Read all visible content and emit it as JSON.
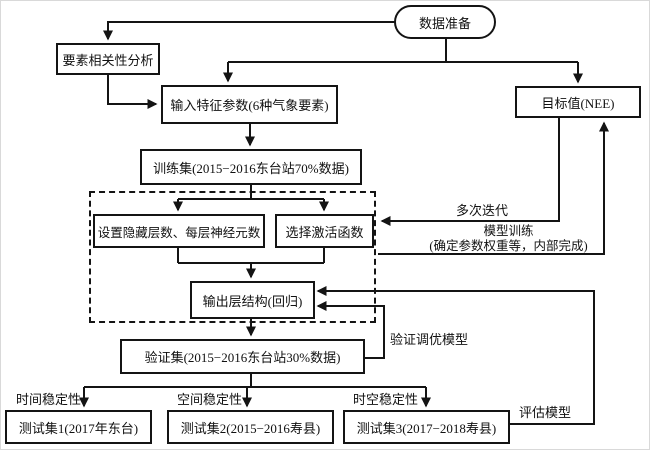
{
  "diagram": {
    "title_hint": "BP neural network NEE modeling flowchart",
    "colors": {
      "line": "#141414",
      "background": "#ffffff"
    },
    "nodes": {
      "data_prep": "数据准备",
      "factor_analysis": "要素相关性分析",
      "input_features": "输入特征参数(6种气象要素)",
      "target_nee": "目标值(NEE)",
      "training_set": "训练集(2015−2016东台站70%数据)",
      "hidden_layers": "设置隐藏层数、每层神经元数",
      "activation_fn": "选择激活函数",
      "output_layer": "输出层结构(回归)",
      "validation_set": "验证集(2015−2016东台站30%数据)",
      "test_set_1": "测试集1(2017年东台)",
      "test_set_2": "测试集2(2015−2016寿县)",
      "test_set_3": "测试集3(2017−2018寿县)"
    },
    "edge_labels": {
      "multi_iteration": "多次迭代",
      "model_training_line1": "模型训练",
      "model_training_line2": "(确定参数权重等，内部完成)",
      "validate_tune": "验证调优模型",
      "evaluate_model": "评估模型",
      "temporal_stability": "时间稳定性",
      "spatial_stability": "空间稳定性",
      "spatiotemporal_stability": "时空稳定性"
    }
  }
}
